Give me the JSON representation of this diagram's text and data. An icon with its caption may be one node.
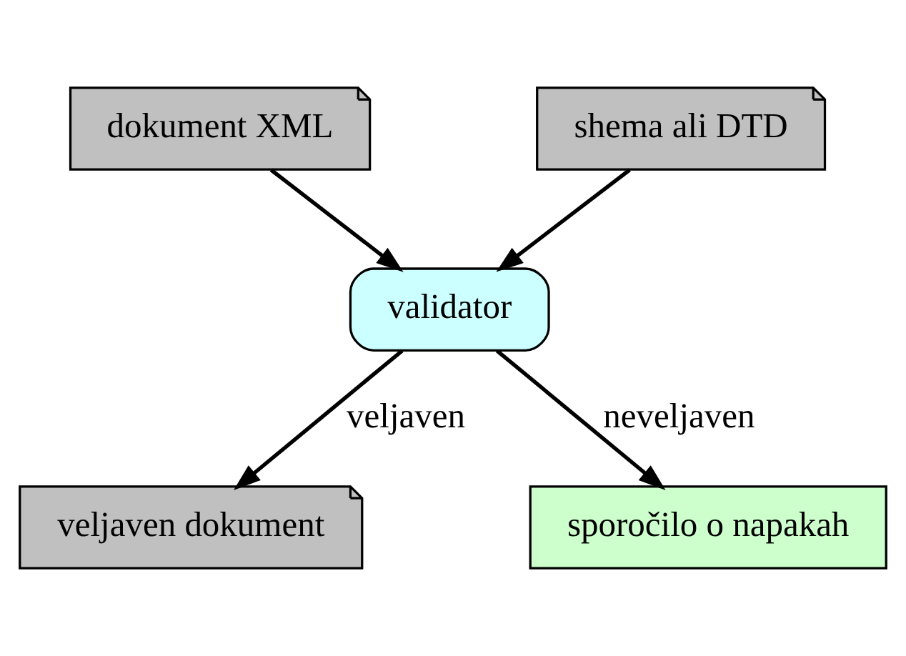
{
  "diagram": {
    "nodes": [
      {
        "text": [
          "dokument XML"
        ]
      },
      {
        "text": [
          "shema ali DTD"
        ]
      },
      {
        "text": [
          "validator"
        ]
      },
      {
        "text": [
          "veljaven dokument"
        ]
      },
      {
        "text": [
          "sporočilo o napakah"
        ]
      }
    ],
    "edges": [
      {
        "from": 0,
        "to": 2,
        "arrow": "to"
      },
      {
        "from": 1,
        "to": 2,
        "arrow": "to"
      },
      {
        "from": 2,
        "to": 3,
        "arrow": "to",
        "label": "veljaven"
      },
      {
        "from": 2,
        "to": 4,
        "arrow": "to",
        "label": "neveljaven"
      }
    ]
  }
}
